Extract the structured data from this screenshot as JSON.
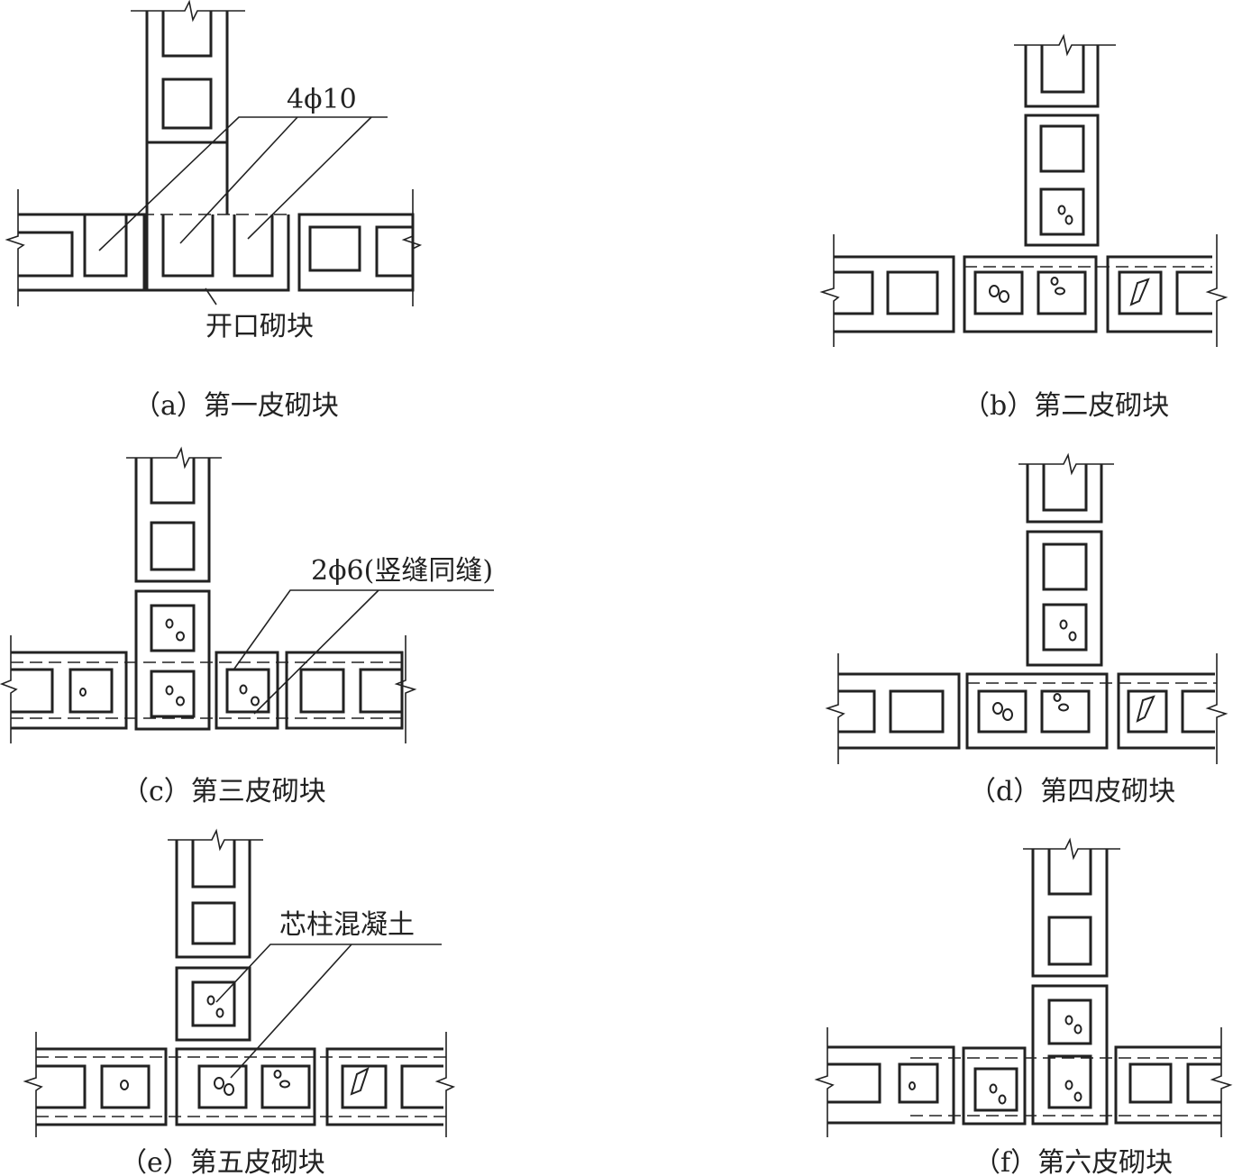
{
  "panels": [
    {
      "id": "a",
      "caption": "（a）第一皮砌块"
    },
    {
      "id": "b",
      "caption": "（b）第二皮砌块"
    },
    {
      "id": "c",
      "caption": "（c）第三皮砌块"
    },
    {
      "id": "d",
      "caption": "（d）第四皮砌块"
    },
    {
      "id": "e",
      "caption": "（e）第五皮砌块"
    },
    {
      "id": "f",
      "caption": "（f）第六皮砌块"
    }
  ],
  "labels": {
    "rebar_a": "4ϕ10",
    "open_block": "开口砌块",
    "rebar_c": "2ϕ6(竖缝同缝)",
    "core_concrete": "芯柱混凝土"
  }
}
